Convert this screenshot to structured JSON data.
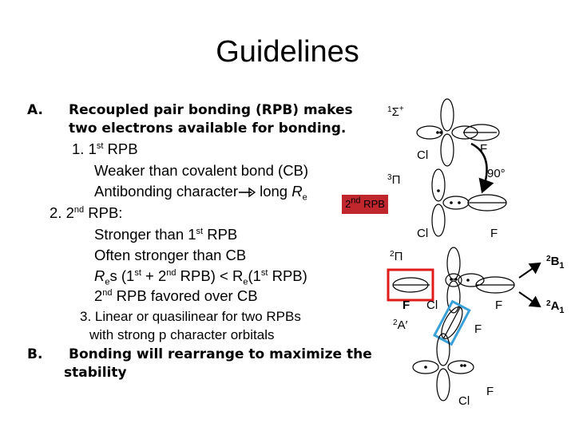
{
  "title": "Guidelines",
  "outline": {
    "a_marker": "A.",
    "a_line1": "Recoupled  pair  bonding  (RPB)  makes",
    "a_line2": "two electrons available for bonding.",
    "i1_num": "1. 1",
    "i1_sup": "st",
    "i1_rest": " RPB",
    "i1a": "Weaker than covalent bond (CB)",
    "i1b_text": "Antibonding character",
    "i1b_after": " long ",
    "i1b_R": "R",
    "i1b_sub": "e",
    "i2_num": "2. 2",
    "i2_sup": "nd",
    "i2_rest": " RPB:",
    "i2a_pre": "Stronger than 1",
    "i2a_sup": "st",
    "i2a_post": " RPB",
    "i2b": "Often stronger than CB",
    "i2c_R": "R",
    "i2c_sub": "e",
    "i2c_mid": "s (1",
    "i2c_sup1": "st",
    "i2c_mid2": " + 2",
    "i2c_sup2": "nd",
    "i2c_mid3": " RPB) < R",
    "i2c_sub2": "e",
    "i2c_mid4": "(1",
    "i2c_sup3": "st",
    "i2c_end": " RPB)",
    "i2d_pre": "2",
    "i2d_sup": "nd",
    "i2d_post": " RPB favored over CB",
    "i3_line1": "3. Linear or quasilinear for two RPBs",
    "i3_line2": "with strong p character orbitals",
    "b_marker": "B.",
    "b_line1": "Bonding will rearrange to maximize the",
    "b_line2": "stability"
  },
  "red_label": {
    "pre": "2",
    "sup": "nd",
    "post": " RPB"
  },
  "diagram": {
    "sigma_state": "1Σ+",
    "sigma_sup": "1",
    "sigma_sym": "Σ",
    "sigma_plus": "+",
    "pi3_sup": "3",
    "pi3_sym": "Π",
    "pi2_sup": "2",
    "pi2_sym": "Π",
    "b1_sup": "2",
    "b1_sym": "B",
    "b1_sub": "1",
    "a1_sup": "2",
    "a1_sym": "A",
    "a1_sub": "1",
    "aprime_sup": "2",
    "aprime_sym": "A′",
    "cl": "Cl",
    "f": "F",
    "angle": "90°"
  },
  "colors": {
    "red_box": "#c0272d",
    "red_outline": "#e01b1b",
    "blue_outline": "#3aa0d8"
  }
}
